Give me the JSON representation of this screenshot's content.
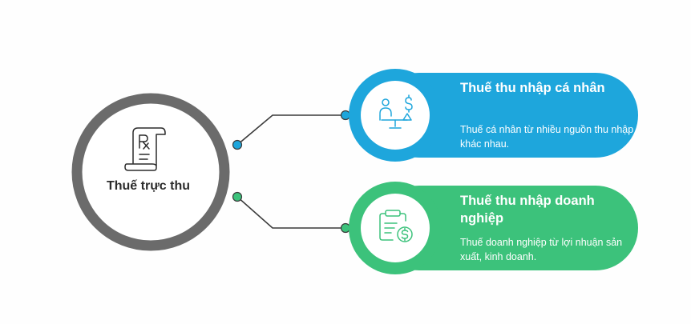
{
  "hub": {
    "label": "Thuế trực thu",
    "icon": "prescription-document-icon",
    "ring_color": "#6b6b6b"
  },
  "branches": [
    {
      "title": "Thuế thu nhập cá nhân",
      "description": "Thuế cá nhân từ nhiều nguồn thu nhập khác nhau.",
      "icon": "person-balance-dollar-icon",
      "color": "#1ea6dc"
    },
    {
      "title": "Thuế thu nhập doanh nghiệp",
      "description": "Thuế doanh nghiệp từ lợi nhuận sản xuất, kinh doanh.",
      "icon": "clipboard-dollar-icon",
      "color": "#3cc27b"
    }
  ],
  "colors": {
    "connector": "#3a3a3a",
    "background": "#fefefe"
  }
}
